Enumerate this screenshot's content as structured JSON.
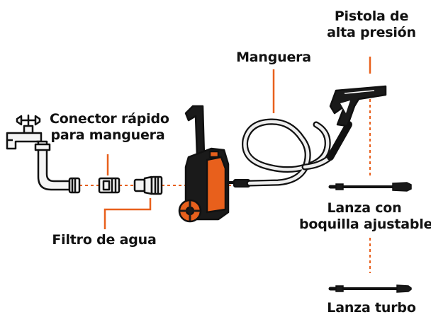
{
  "labels": {
    "conector_line1": "Conector rápido",
    "conector_line2": "para manguera",
    "filtro": "Filtro de agua",
    "manguera": "Manguera",
    "pistola_line1": "Pistola de",
    "pistola_line2": "alta presión",
    "lanza_con_line1": "Lanza con",
    "lanza_con_line2": "boquilla ajustable",
    "lanza_turbo": "Lanza turbo"
  },
  "colors": {
    "accent": "#e8601c",
    "outline": "#111111",
    "hose_fill": "#eeeeee",
    "machine_body": "#1a1a1a",
    "pipe_fill": "#f4f4f4"
  }
}
